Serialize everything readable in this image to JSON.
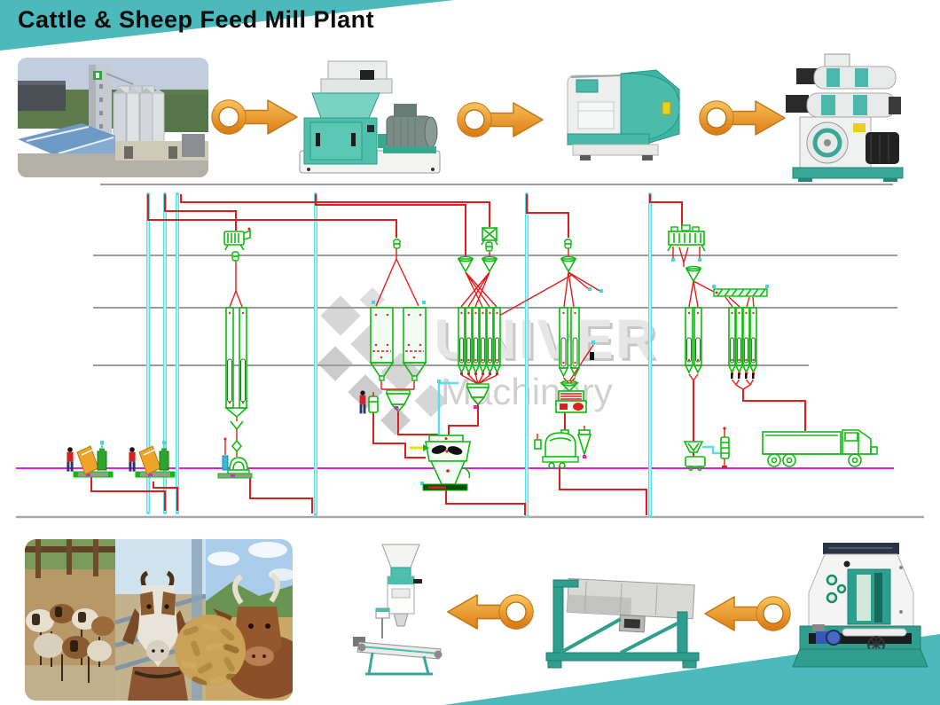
{
  "title": "Cattle & Sheep Feed Mill Plant",
  "watermark": {
    "brand": "UNIVER",
    "subtitle": "Machinery"
  },
  "colors": {
    "banner_teal": "#4cb9bd",
    "arrow_orange": "#f0a239",
    "arrow_outline": "#c07818",
    "diagram_green": "#12b812",
    "diagram_red": "#e01d1d",
    "diagram_cyan": "#58dfe8",
    "diagram_magenta": "#e020e0",
    "floor_gray": "#9c9c9c",
    "machine_teal": "#4cc0ae"
  },
  "process_flow": {
    "top_row": [
      "feed-mill-plant-photo",
      "hammer-mill",
      "horizontal-mixer",
      "ring-die-pellet-mill"
    ],
    "top_arrow_direction": "right",
    "bottom_row": [
      "animals-and-pellets-photo",
      "bagging-machine",
      "rotary-grading-sieve",
      "counterflow-cooler"
    ],
    "bottom_arrow_direction": "left"
  }
}
